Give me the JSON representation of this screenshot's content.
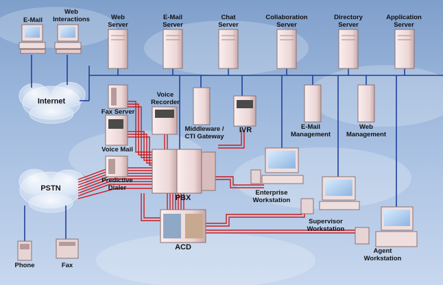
{
  "labels": {
    "email": "E-Mail",
    "web_interactions_1": "Web",
    "web_interactions_2": "Interactions",
    "web_server_1": "Web",
    "web_server_2": "Server",
    "email_server_1": "E-Mail",
    "email_server_2": "Server",
    "chat_server_1": "Chat",
    "chat_server_2": "Server",
    "collab_server_1": "Collaboration",
    "collab_server_2": "Server",
    "directory_server_1": "Directory",
    "directory_server_2": "Server",
    "application_server_1": "Application",
    "application_server_2": "Server",
    "internet": "Internet",
    "fax_server": "Fax Server",
    "voice_recorder_1": "Voice",
    "voice_recorder_2": "Recorder",
    "voice_mail": "Voice Mail",
    "middleware_1": "Middleware /",
    "middleware_2": "CTI Gateway",
    "ivr": "IVR",
    "email_management_1": "E-Mail",
    "email_management_2": "Management",
    "web_management_1": "Web",
    "web_management_2": "Management",
    "predictive_dialer_1": "Predictive",
    "predictive_dialer_2": "Dialer",
    "pstn": "PSTN",
    "pbx": "PBX",
    "enterprise_ws_1": "Enterprise",
    "enterprise_ws_2": "Workstation",
    "supervisor_ws_1": "Supervisor",
    "supervisor_ws_2": "Workstation",
    "acd": "ACD",
    "agent_ws_1": "Agent",
    "agent_ws_2": "Workstation",
    "phone": "Phone",
    "fax": "Fax"
  },
  "colors": {
    "network_line": "#1d3f9a",
    "cable_red": "#cc1a1a",
    "device_body": "#f1dcdc",
    "device_shade": "#c9a9a9",
    "sky_top": "#7f9fcb",
    "sky_bottom": "#c7d7ee"
  }
}
